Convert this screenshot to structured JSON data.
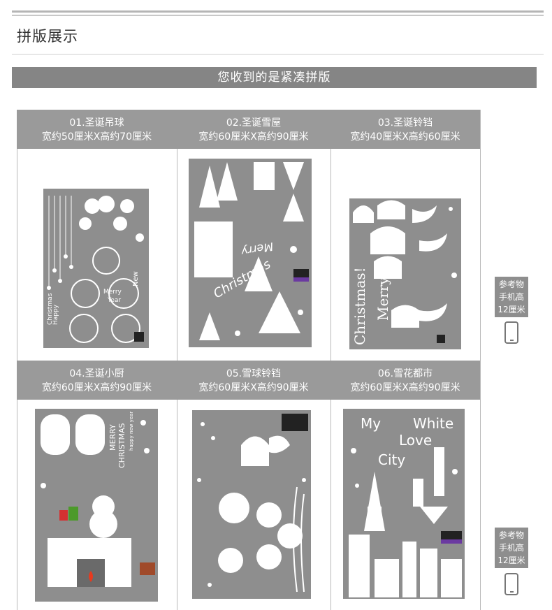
{
  "section_title": "拼版展示",
  "banner": "您收到的是紧凑拼版",
  "items": [
    {
      "name": "01.圣诞吊球",
      "size": "宽约50厘米X高约70厘米"
    },
    {
      "name": "02.圣诞雪屋",
      "size": "宽约60厘米X高约90厘米"
    },
    {
      "name": "03.圣诞铃铛",
      "size": "宽约40厘米X高约60厘米"
    },
    {
      "name": "04.圣诞小厨",
      "size": "宽约60厘米X高约90厘米"
    },
    {
      "name": "05.雪球铃铛",
      "size": "宽约60厘米X高约90厘米"
    },
    {
      "name": "06.雪花都市",
      "size": "宽约60厘米X高约90厘米"
    }
  ],
  "poster_text": {
    "p1_new": "New",
    "p1_merry": "Merry",
    "p1_year": "Year",
    "p1_happy": "Happy",
    "p1_christmas": "Christmas",
    "p2_christmas": "Christmas",
    "p2_merry": "Merry",
    "p3_merry": "Merry",
    "p3_christmas": "Christmas!",
    "p4_merry": "MERRY",
    "p4_christmas": "CHRISTMAS",
    "p4_happy": "happy new year",
    "p6_my": "My",
    "p6_white": "White",
    "p6_love": "Love",
    "p6_city": "City"
  },
  "reference": {
    "line1": "参考物",
    "line2": "手机高",
    "line3": "12厘米"
  },
  "icons": [
    "phone-icon"
  ],
  "colors": {
    "banner": "#858585",
    "header": "#9a9a9a",
    "poster": "#8e8e8e"
  }
}
